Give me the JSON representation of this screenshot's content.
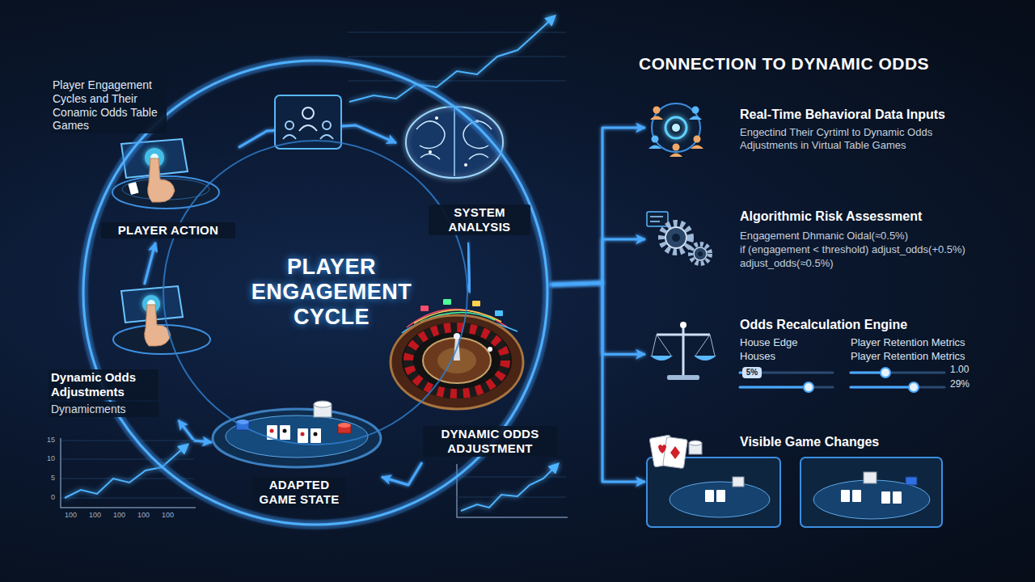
{
  "diagram": {
    "title": "CONNECTION TO DYNAMIC ODDS",
    "nodes": [
      {
        "text": [
          "PLAYER ENGAGEMENT CYCLE"
        ]
      },
      {
        "text": [
          "PLAYER ACTION"
        ],
        "in": 0
      },
      {
        "text": [
          "SYSTEM ANALYSIS"
        ],
        "in": 0
      },
      {
        "text": [
          "DYNAMIC ODDS ADJUSTMENT"
        ],
        "in": 0
      },
      {
        "text": [
          "ADAPTED GAME STATE"
        ],
        "in": 0
      },
      {
        "text": [
          "Dynamic Odds Adjustments",
          "Dynamicments"
        ]
      },
      {
        "text": [
          "Real-Time Behavioral Data Inputs",
          "Engectind Their Cyrtiml to Dynamic Odds Adjustments in Virtual Table Games"
        ]
      },
      {
        "text": [
          "Algorithmic Risk Assessment",
          "Engagement Dhmanic Oidal(≈0.5%)",
          "if (engagement < threshold) adjust_odds(+0.5%)",
          "adjust_odds(≈0.5%)"
        ]
      },
      {
        "text": [
          "Odds Recalculation Engine",
          "House Edge",
          "Houses",
          "Player Retention Metrics",
          "Player Retention Metrics",
          "5%",
          "1.00",
          "29%"
        ]
      },
      {
        "text": [
          "Visible Game Changes"
        ]
      }
    ],
    "edges": [
      {
        "from": 1,
        "to": 2,
        "arrow": "to"
      },
      {
        "from": 2,
        "to": 3,
        "arrow": "to"
      },
      {
        "from": 3,
        "to": 4,
        "arrow": "to"
      },
      {
        "from": 4,
        "to": 5,
        "arrow": "both"
      },
      {
        "from": 5,
        "to": 1,
        "arrow": "to"
      },
      {
        "from": 0,
        "to": 6,
        "arrow": "to"
      },
      {
        "from": 0,
        "to": 7,
        "arrow": "to"
      },
      {
        "from": 0,
        "to": 8,
        "arrow": "to"
      },
      {
        "from": 0,
        "to": 9,
        "arrow": "to"
      }
    ],
    "labels": [
      "Player Engagement Cycles and Their Conamic Odds Table Games",
      "15",
      "10",
      "5",
      "0",
      "100",
      "100",
      "100",
      "100",
      "100"
    ]
  }
}
